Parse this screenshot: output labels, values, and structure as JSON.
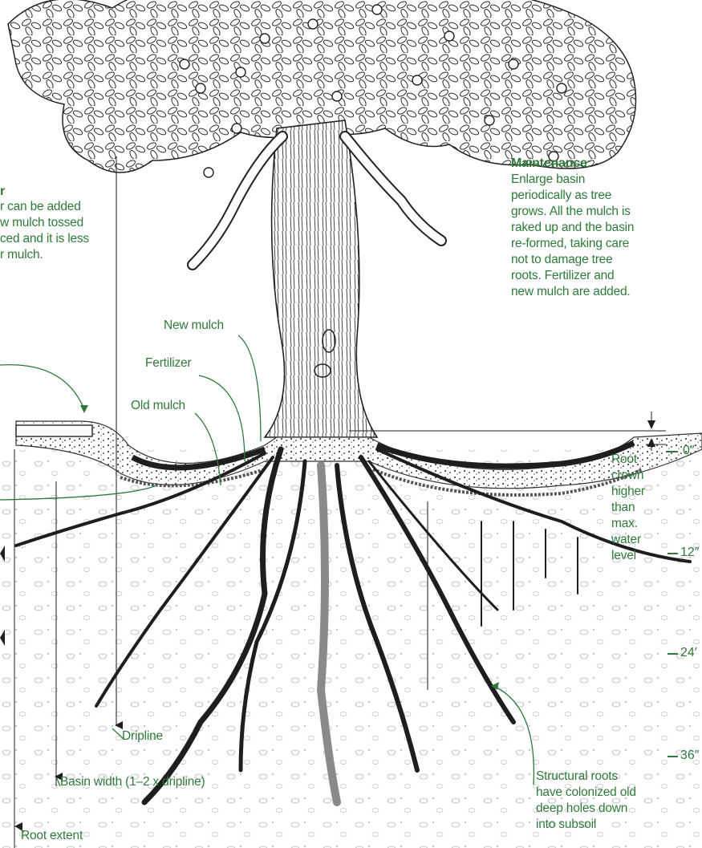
{
  "labels": {
    "left_partial_heading": "r",
    "left_partial_lines": "r can be added\nw mulch tossed\nced and it is less\nr mulch.",
    "maintenance_title": "Maintenance:",
    "maintenance_body": "Enlarge basin\nperiodically as tree\ngrows. All the mulch is\nraked up and the basin\nre-formed, taking care\nnot to damage tree\nroots. Fertilizer and\nnew mulch are added.",
    "new_mulch": "New mulch",
    "fertilizer": "Fertilizer",
    "old_mulch": "Old mulch",
    "root_crown": "Root\ncrown\nhigher\nthan\nmax.\nwater\nlevel",
    "structural_roots": "Structural roots\nhave colonized old\ndeep holes down\ninto subsoil",
    "dripline": "Dripline",
    "basin_width": "Basin width (1–2 x dripline)",
    "root_extent": "Root extent"
  },
  "depth_scale": [
    "0″",
    "12″",
    "24′",
    "36″"
  ],
  "colors": {
    "label_green": "#2f7a3a",
    "ink": "#1e1e1e",
    "dark_mulch": "#2a2a2a"
  }
}
